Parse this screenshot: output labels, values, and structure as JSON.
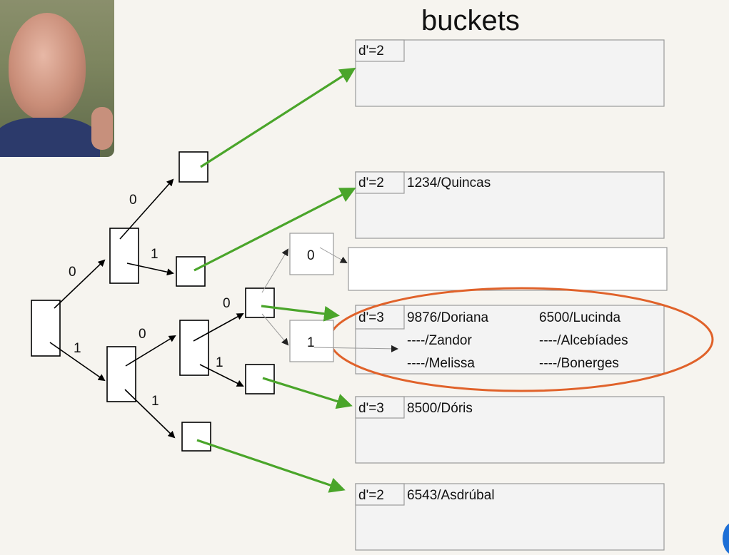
{
  "title": "buckets",
  "edge_labels": {
    "root_0": "0",
    "root_1": "1",
    "n0_0": "0",
    "n0_1": "1",
    "n1_0": "0",
    "n1_1": "1",
    "n10_0": "0",
    "n10_1": "1",
    "n100_0": "0",
    "n100_1": "1"
  },
  "buckets": [
    {
      "depth": "d'=2",
      "entries": []
    },
    {
      "depth": "d'=2",
      "entries": [
        "1234/Quincas"
      ]
    },
    {
      "depth": "",
      "entries": []
    },
    {
      "depth": "d'=3",
      "entries": [
        "9876/Doriana",
        "6500/Lucinda",
        "----/Zandor",
        "----/Alcebíades",
        "----/Melissa",
        "----/Bonerges"
      ]
    },
    {
      "depth": "d'=3",
      "entries": [
        "8500/Dóris"
      ]
    },
    {
      "depth": "d'=2",
      "entries": [
        "6543/Asdrúbal"
      ]
    }
  ],
  "colors": {
    "pointer_arrow": "#4aa52a",
    "highlight_ellipse": "#e0622a",
    "edge": "#000000"
  }
}
